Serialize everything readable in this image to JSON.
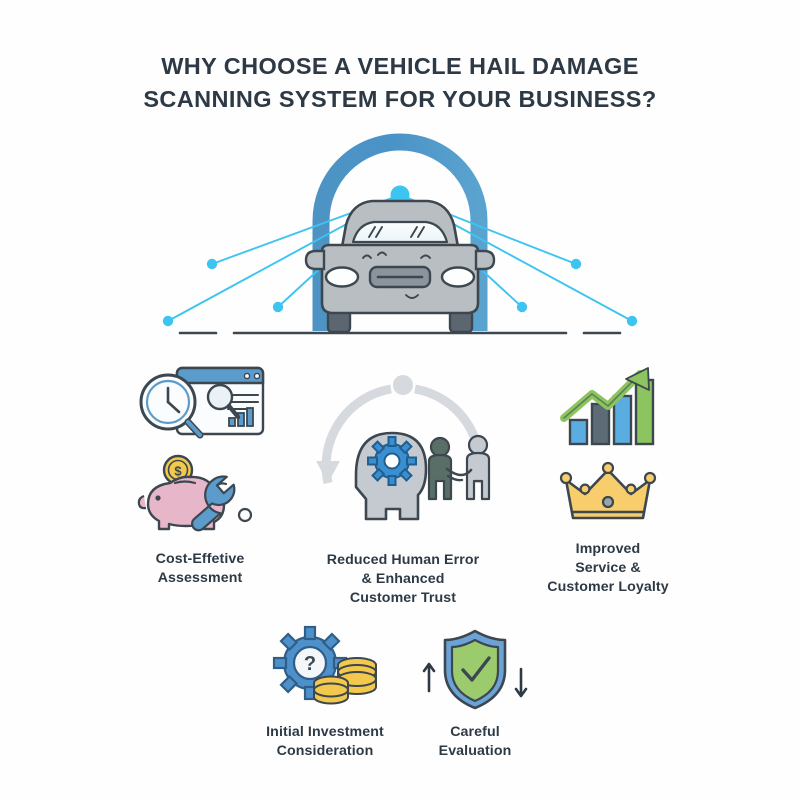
{
  "header": {
    "title_line_1": "WHY CHOOSE A VEHICLE HAIL DAMAGE",
    "title_line_2": "SCANNING SYSTEM FOR YOUR BUSINESS?"
  },
  "hero": {
    "illustration_name": "vehicle-hail-damage-scanner",
    "elements": [
      "scanner-arch",
      "scanner-emitter-node",
      "scan-rays",
      "car-front-view",
      "hail-dent-marks",
      "ground-line"
    ],
    "scan_ray_count": 7
  },
  "benefits": [
    {
      "label": "Cost-Effetive\nAssessment",
      "icons": [
        "time-analysis-icon",
        "savings-maintenance-icon"
      ]
    },
    {
      "label": "Reduced Human Error\n& Enhanced\nCustomer Trust",
      "icons": [
        "cycle-ring-icon",
        "brain-gear-icon",
        "handshake-icon"
      ]
    },
    {
      "label": "Improved\nService &\nCustomer Loyalty",
      "icons": [
        "growth-chart-icon",
        "crown-icon"
      ]
    }
  ],
  "considerations": [
    {
      "label": "Initial Investment\nConsideration",
      "icons": [
        "gear-question-coins-icon"
      ]
    },
    {
      "label": "Careful\nEvaluation",
      "icons": [
        "shield-check-icon",
        "up-arrow-icon",
        "down-arrow-icon"
      ]
    }
  ],
  "colors": {
    "background": "#fefefe",
    "text_dark": "#2d3a45",
    "outline": "#3c4750",
    "arch_blue": "#4a93c6",
    "scan_cyan": "#3dc4f0",
    "car_gray": "#b9bec3",
    "icon_blue": "#5b9ccd",
    "accent_blue": "#4e90c9",
    "piggy_pink": "#e8b6c9",
    "gold": "#f2c94c",
    "crown_gold": "#f8cd6b",
    "green": "#8cc45f",
    "shield_green": "#9ccb6e",
    "ring_gray": "#d6d9dd",
    "slate_gray": "#5c6b75",
    "figure_green": "#5a6e68"
  }
}
